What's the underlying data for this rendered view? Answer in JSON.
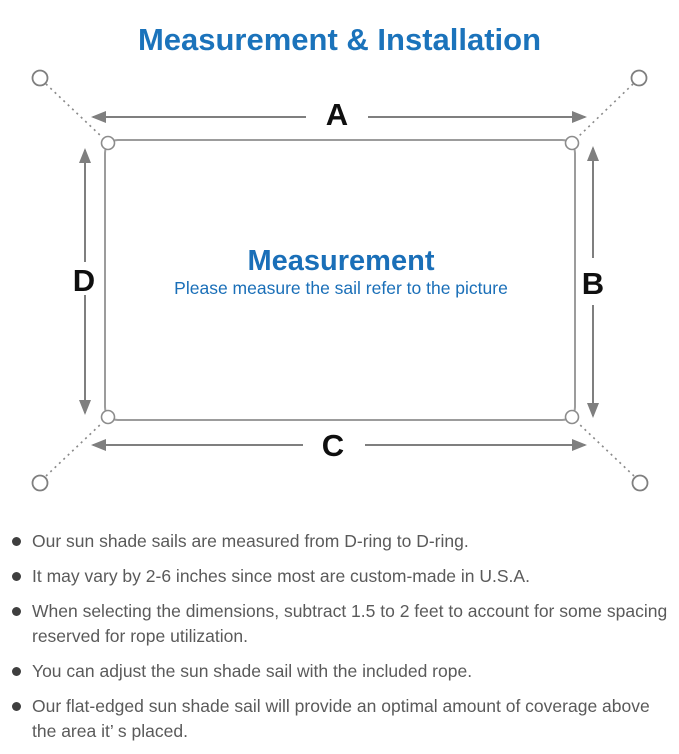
{
  "title": "Measurement & Installation",
  "diagram": {
    "labels": {
      "top": "A",
      "right": "B",
      "bottom": "C",
      "left": "D"
    },
    "center_title": "Measurement",
    "center_subtitle": "Please measure the sail refer to the picture"
  },
  "bullets": [
    "Our sun shade sails are measured from D-ring to D-ring.",
    "It may vary by 2-6 inches since most are custom-made in U.S.A.",
    "When selecting the dimensions, subtract 1.5 to 2 feet to account for some spacing reserved for rope utilization.",
    "You can adjust the sun shade sail with the included rope.",
    "Our flat-edged sun shade sail will provide an optimal amount of coverage above the area it’ s placed."
  ],
  "colors": {
    "accent_blue": "#1b73bb",
    "center_blue": "#1a6fb8",
    "body_text": "#5a5a5a",
    "diagram_line": "#8a8a8a",
    "arrow_gray": "#7f7f7f",
    "label_black": "#0f0f0f"
  }
}
